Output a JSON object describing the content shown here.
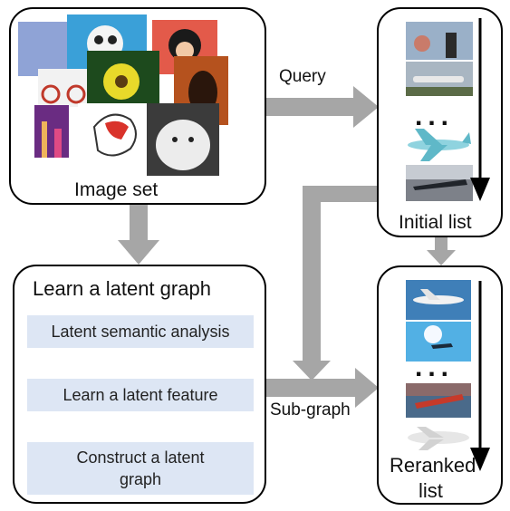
{
  "image_set": {
    "label": "Image set"
  },
  "query": {
    "label": "Query"
  },
  "initial_list": {
    "label": "Initial list",
    "ellipsis": "..."
  },
  "latent_graph": {
    "title": "Learn a latent graph",
    "steps": [
      "Latent semantic analysis",
      "Learn a latent feature",
      "Construct a latent graph"
    ]
  },
  "subgraph": {
    "label": "Sub-graph"
  },
  "reranked_list": {
    "label_line1": "Reranked",
    "label_line2": "list",
    "ellipsis": "..."
  },
  "colors": {
    "arrow": "#a6a6a6",
    "step_fill": "#dde6f4",
    "border": "#000000"
  }
}
